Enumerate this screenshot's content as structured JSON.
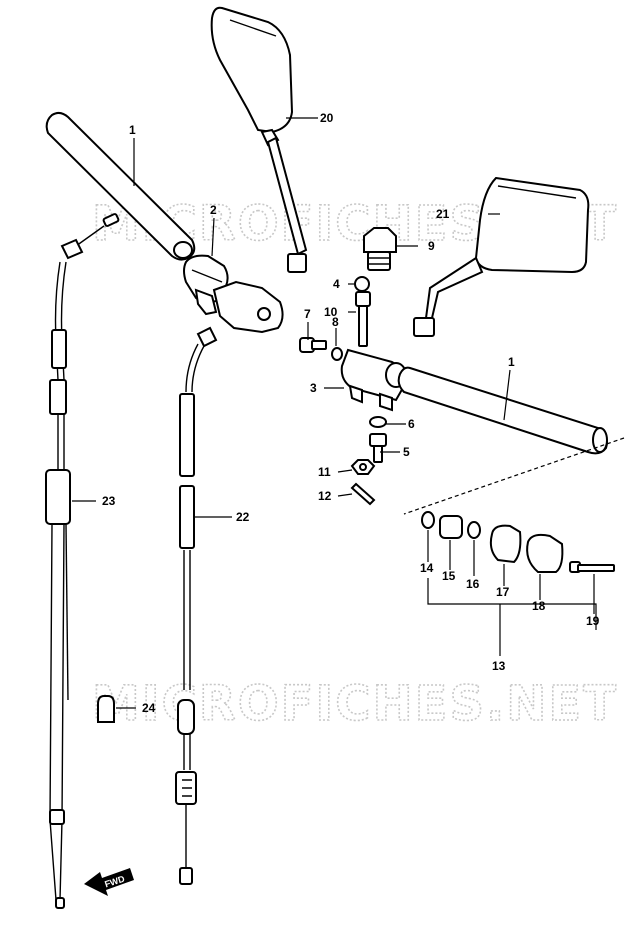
{
  "watermark": "MICROFICHES.NET",
  "direction_label": "FWD",
  "callouts": {
    "p1a": "1",
    "p1b": "1",
    "p2": "2",
    "p3": "3",
    "p4": "4",
    "p5": "5",
    "p6": "6",
    "p7": "7",
    "p8": "8",
    "p9": "9",
    "p10": "10",
    "p11": "11",
    "p12": "12",
    "p13": "13",
    "p14": "14",
    "p15": "15",
    "p16": "16",
    "p17": "17",
    "p18": "18",
    "p19": "19",
    "p20": "20",
    "p21": "21",
    "p22": "22",
    "p23": "23",
    "p24": "24"
  }
}
